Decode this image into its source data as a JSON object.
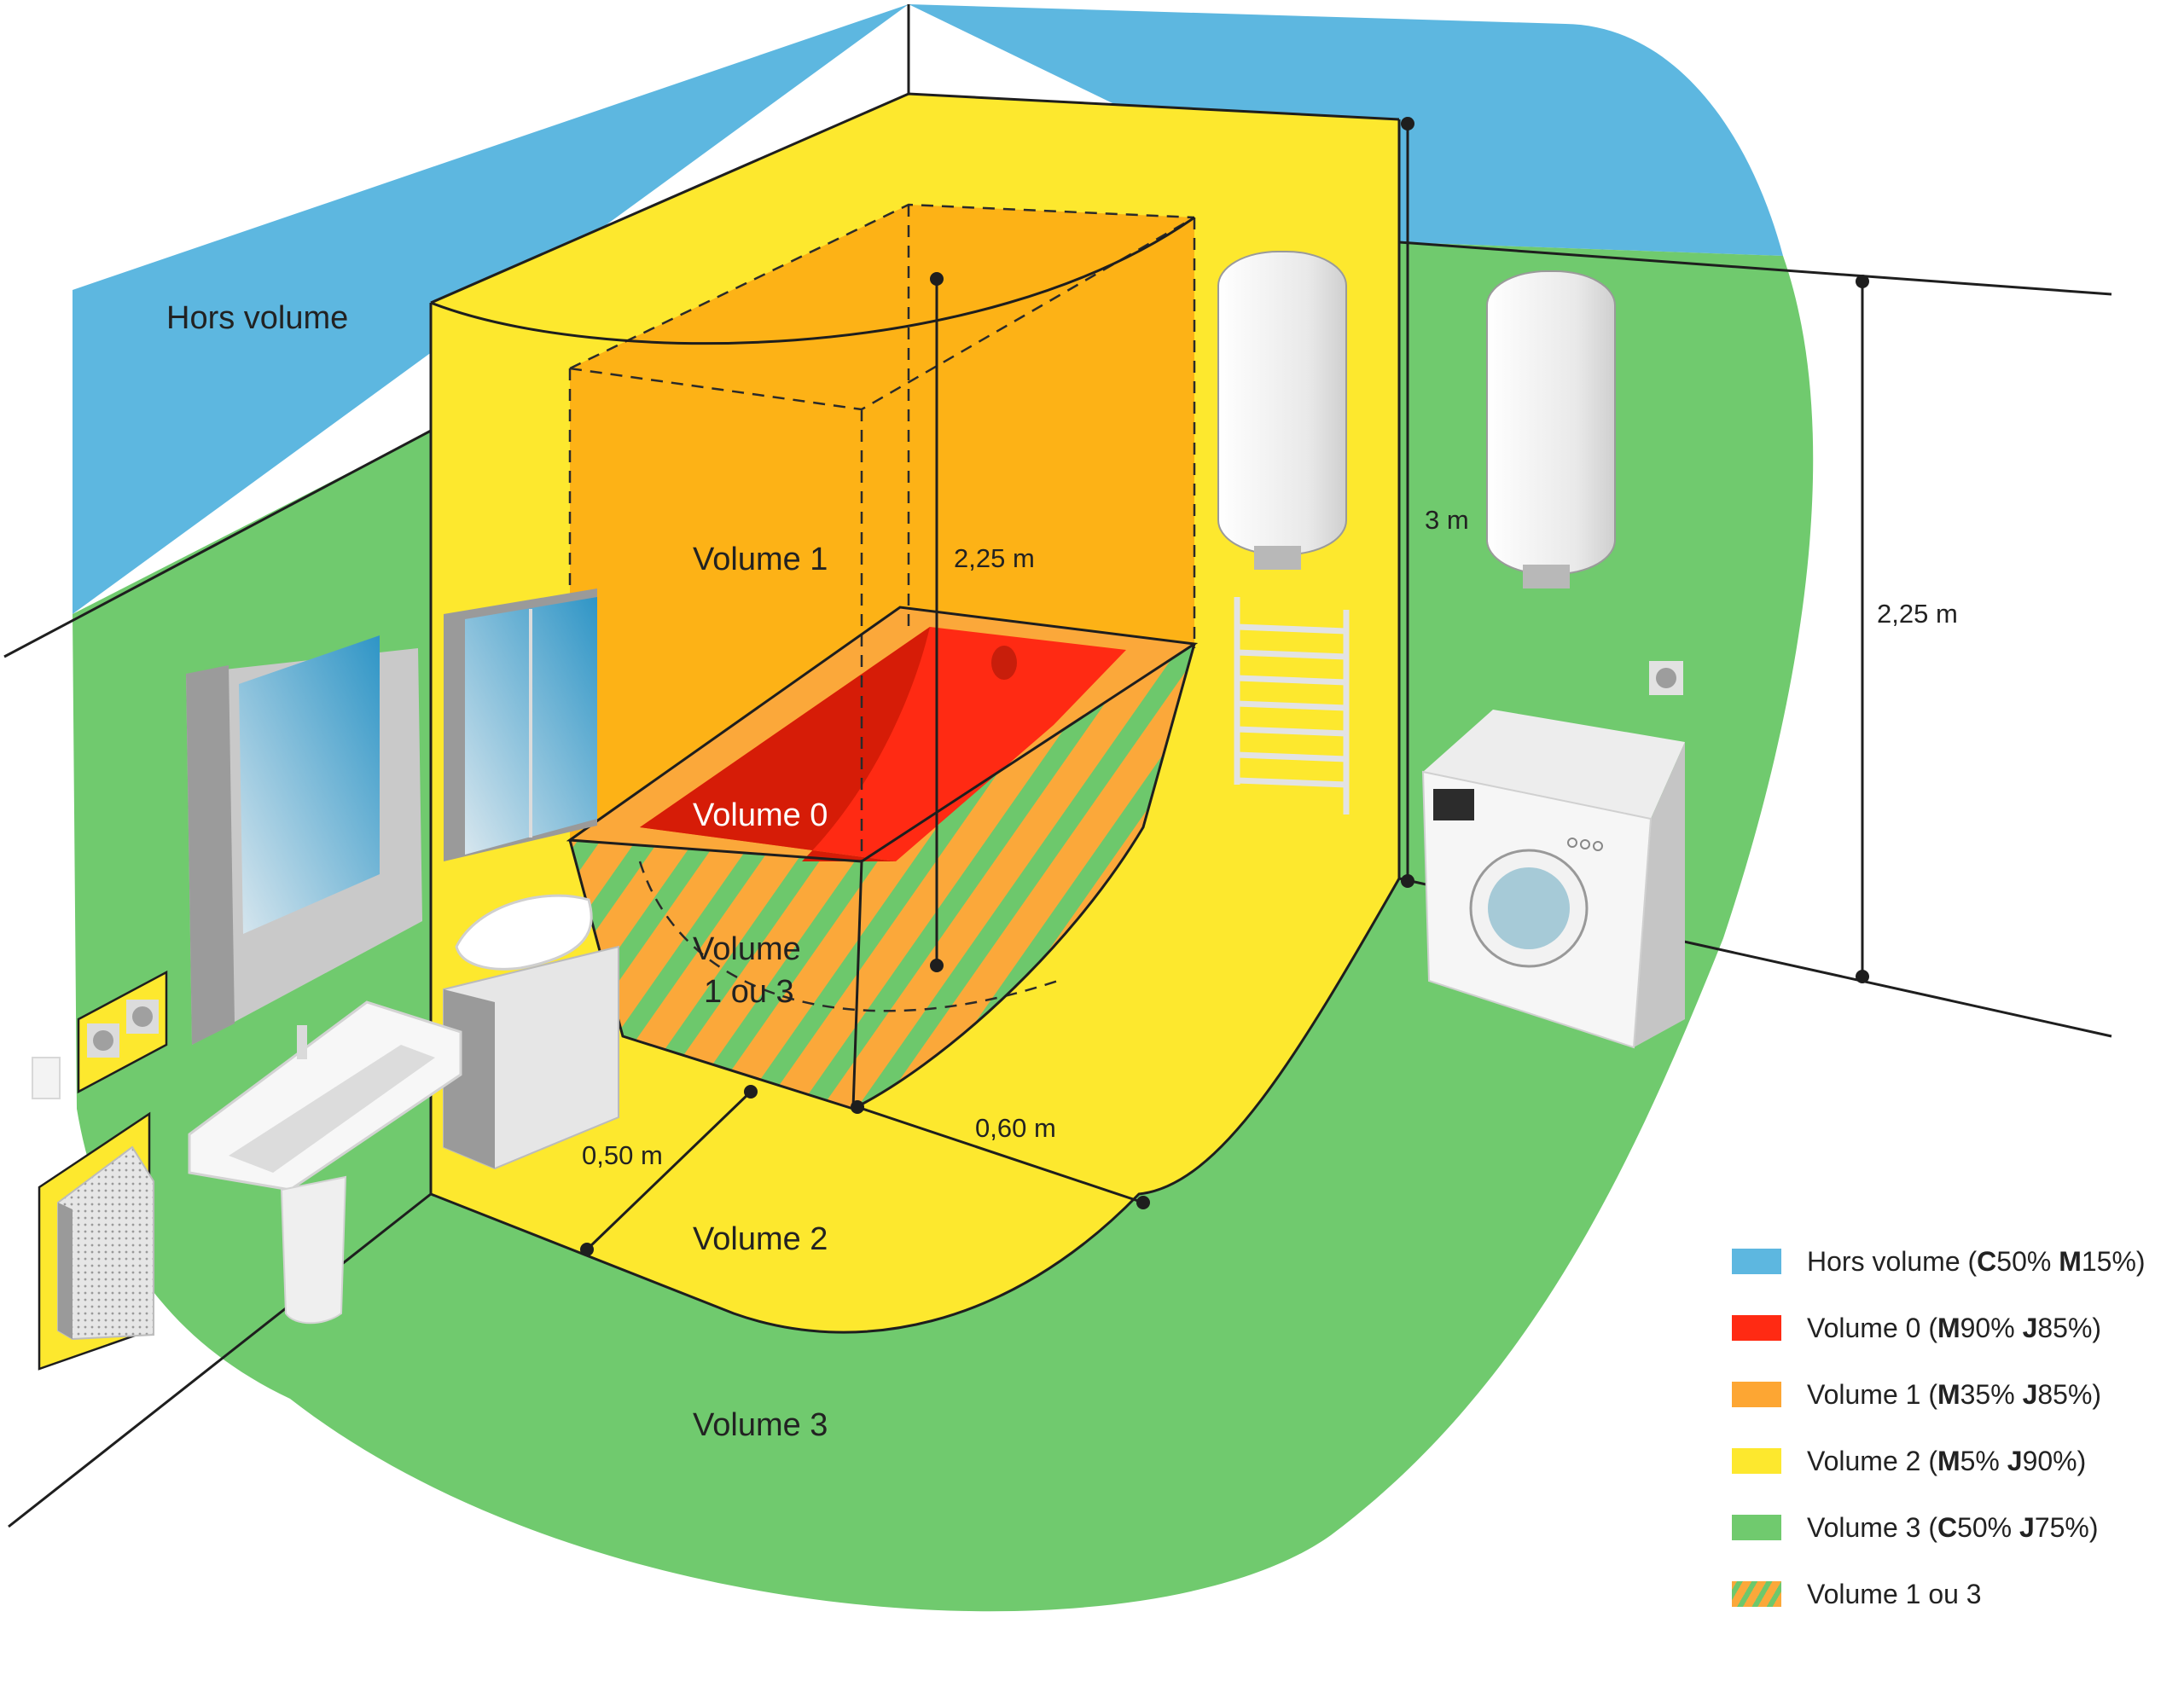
{
  "colors": {
    "hors_volume": "#5db7e0",
    "volume_0": "#ff2a13",
    "volume_0_dark": "#d61c07",
    "volume_1": "#fdb216",
    "volume_1_legend": "#fda633",
    "volume_2": "#fde82e",
    "volume_3": "#70ca6e",
    "stripe_orange": "#fba83a",
    "stripe_green": "#6dc86c",
    "outline": "#1e1e1e",
    "appliance_white": "#f2f2f2",
    "appliance_grey": "#a3a3a3",
    "mirror_blue": "#4fa5cd"
  },
  "zone_labels": {
    "hors_volume": "Hors volume",
    "volume_0": "Volume 0",
    "volume_1": "Volume 1",
    "volume_1_ou_3_line1": "Volume",
    "volume_1_ou_3_line2": "1 ou 3",
    "volume_2": "Volume 2",
    "volume_3": "Volume 3"
  },
  "dimensions": {
    "height_volume_1": "2,25 m",
    "height_volume_2": "3 m",
    "height_volume_3": "2,25 m",
    "width_side": "0,50 m",
    "width_front": "0,60 m"
  },
  "objects": [
    "water-heater",
    "water-heater",
    "towel-radiator",
    "washing-machine",
    "wall-socket",
    "double-wall-socket",
    "light-switch",
    "wall-heater",
    "mirror-cabinet",
    "mirror",
    "vanity-basin",
    "pedestal-sink",
    "bathtub"
  ],
  "legend": {
    "items": [
      {
        "label": "Hors volume",
        "code_prefix": " (",
        "code1_letter": "C",
        "code1_value": "50%",
        "code2_letter": "M",
        "code2_value": "15%",
        "code_suffix": ")",
        "swatch": "hors_volume"
      },
      {
        "label": "Volume 0",
        "code_prefix": " (",
        "code1_letter": "M",
        "code1_value": "90%",
        "code2_letter": "J",
        "code2_value": "85%",
        "code_suffix": ")",
        "swatch": "volume_0"
      },
      {
        "label": "Volume 1",
        "code_prefix": " (",
        "code1_letter": "M",
        "code1_value": "35%",
        "code2_letter": "J",
        "code2_value": "85%",
        "code_suffix": ")",
        "swatch": "volume_1_legend"
      },
      {
        "label": "Volume 2",
        "code_prefix": " (",
        "code1_letter": "M",
        "code1_value": "5%",
        "code2_letter": "J",
        "code2_value": "90%",
        "code_suffix": ")",
        "swatch": "volume_2"
      },
      {
        "label": "Volume 3",
        "code_prefix": " (",
        "code1_letter": "C",
        "code1_value": "50%",
        "code2_letter": "J",
        "code2_value": "75%",
        "code_suffix": ")",
        "swatch": "volume_3"
      },
      {
        "label": "Volume 1 ou 3",
        "swatch": "striped"
      }
    ]
  }
}
